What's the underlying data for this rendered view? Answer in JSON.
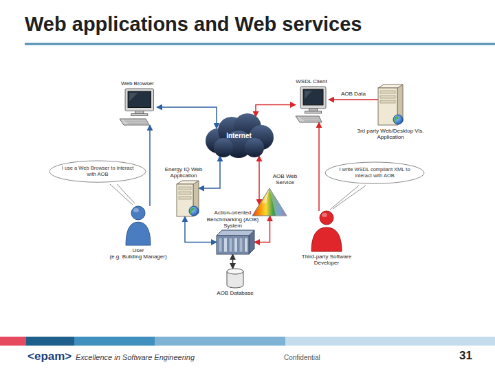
{
  "diagram": {
    "title": "Web applications and Web services",
    "nodes": [
      {
        "text": [
          "Web Browser"
        ]
      },
      {
        "text": [
          "WSDL Client"
        ]
      },
      {
        "text": [
          "3rd party Web/Desktop Vis. Application"
        ]
      },
      {
        "text": [
          "Internet"
        ]
      },
      {
        "text": [
          "Energy IQ Web Application"
        ]
      },
      {
        "text": [
          "AOB Web Service"
        ]
      },
      {
        "text": [
          "Action-oriented Benchmarking (AOB) System"
        ]
      },
      {
        "text": [
          "AOB Database"
        ]
      },
      {
        "text": [
          "User",
          "(e.g. Building Manager)"
        ]
      },
      {
        "text": [
          "Third-party Software Developer"
        ]
      },
      {
        "text": [
          "I use a Web Browser to interact with AOB"
        ]
      },
      {
        "text": [
          "I write WSDL compliant XML to interact with AOB"
        ]
      }
    ],
    "edges": [
      {
        "from": 3,
        "to": 0,
        "arrow": "both"
      },
      {
        "from": 3,
        "to": 4,
        "arrow": "both"
      },
      {
        "from": 4,
        "to": 6,
        "arrow": "both"
      },
      {
        "from": 6,
        "to": 5,
        "arrow": "both"
      },
      {
        "from": 5,
        "to": 3,
        "arrow": "both"
      },
      {
        "from": 3,
        "to": 1,
        "arrow": "both"
      },
      {
        "from": 6,
        "to": 7,
        "arrow": "both"
      },
      {
        "from": 2,
        "to": 1,
        "label": "AOB Data",
        "arrow": "to"
      },
      {
        "from": 8,
        "to": 0,
        "arrow": "to"
      },
      {
        "from": 9,
        "to": 1,
        "arrow": "to"
      }
    ],
    "labels": [
      "<epam>",
      "Excellence in Software Engineering",
      "Confidential",
      "31"
    ]
  }
}
